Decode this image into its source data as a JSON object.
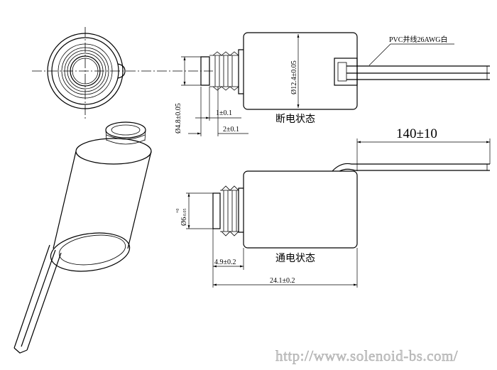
{
  "labels": {
    "wire": "PVC并线26AWG白",
    "dia_body": "Ø12.4±0.05",
    "dia_neck": "Ø4.8±0.05",
    "dim_1": "1±0.1",
    "dim_2": "2±0.1",
    "state_off": "断电状态",
    "lead_length": "140±10",
    "dia_plunger": "Ø6",
    "dia_plunger_tol_upper": "+0",
    "dia_plunger_tol_lower": "-0.05",
    "dim_stroke": "4.9±0.2",
    "state_on": "通电状态",
    "dim_total": "24.1±0.2"
  },
  "watermark": "http://www.solenoid-bs.com/"
}
